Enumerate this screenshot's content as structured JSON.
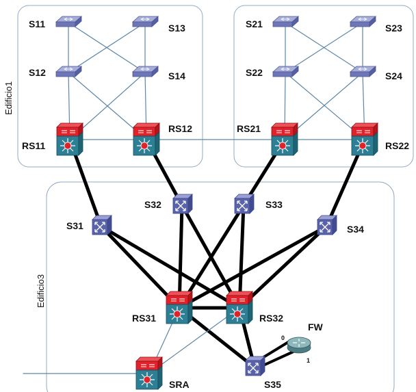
{
  "buildings": [
    {
      "id": "edificio1",
      "label": "Edificio1"
    },
    {
      "id": "edificio2",
      "label": ""
    },
    {
      "id": "edificio3",
      "label": "Edificio3"
    }
  ],
  "devices": [
    {
      "id": "S11",
      "label": "S11",
      "type": "l2-switch",
      "icon": "switch-icon"
    },
    {
      "id": "S13",
      "label": "S13",
      "type": "l2-switch",
      "icon": "switch-icon"
    },
    {
      "id": "S12",
      "label": "S12",
      "type": "l2-switch",
      "icon": "switch-icon"
    },
    {
      "id": "S14",
      "label": "S14",
      "type": "l2-switch",
      "icon": "switch-icon"
    },
    {
      "id": "S21",
      "label": "S21",
      "type": "l2-switch",
      "icon": "switch-icon"
    },
    {
      "id": "S23",
      "label": "S23",
      "type": "l2-switch",
      "icon": "switch-icon"
    },
    {
      "id": "S22",
      "label": "S22",
      "type": "l2-switch",
      "icon": "switch-icon"
    },
    {
      "id": "S24",
      "label": "S24",
      "type": "l2-switch",
      "icon": "switch-icon"
    },
    {
      "id": "RS11",
      "label": "RS11",
      "type": "l3-switch",
      "icon": "layer3-switch-icon"
    },
    {
      "id": "RS12",
      "label": "RS12",
      "type": "l3-switch",
      "icon": "layer3-switch-icon"
    },
    {
      "id": "RS21",
      "label": "RS21",
      "type": "l3-switch",
      "icon": "layer3-switch-icon"
    },
    {
      "id": "RS22",
      "label": "RS22",
      "type": "l3-switch",
      "icon": "layer3-switch-icon"
    },
    {
      "id": "S31",
      "label": "S31",
      "type": "atm-switch",
      "icon": "atm-switch-icon"
    },
    {
      "id": "S32",
      "label": "S32",
      "type": "atm-switch",
      "icon": "atm-switch-icon"
    },
    {
      "id": "S33",
      "label": "S33",
      "type": "atm-switch",
      "icon": "atm-switch-icon"
    },
    {
      "id": "S34",
      "label": "S34",
      "type": "atm-switch",
      "icon": "atm-switch-icon"
    },
    {
      "id": "RS31",
      "label": "RS31",
      "type": "l3-switch",
      "icon": "layer3-switch-icon"
    },
    {
      "id": "RS32",
      "label": "RS32",
      "type": "l3-switch",
      "icon": "layer3-switch-icon"
    },
    {
      "id": "SRA",
      "label": "SRA",
      "type": "l3-switch",
      "icon": "layer3-switch-icon"
    },
    {
      "id": "S35",
      "label": "S35",
      "type": "atm-switch",
      "icon": "atm-switch-icon"
    },
    {
      "id": "FW",
      "label": "FW",
      "type": "router",
      "icon": "router-icon"
    }
  ],
  "links": [
    {
      "from": "S11",
      "to": "S12",
      "style": "thin"
    },
    {
      "from": "S11",
      "to": "S14",
      "style": "thin"
    },
    {
      "from": "S13",
      "to": "S12",
      "style": "thin"
    },
    {
      "from": "S13",
      "to": "S14",
      "style": "thin"
    },
    {
      "from": "S12",
      "to": "RS11",
      "style": "thin"
    },
    {
      "from": "S12",
      "to": "RS12",
      "style": "thin"
    },
    {
      "from": "S14",
      "to": "RS11",
      "style": "thin"
    },
    {
      "from": "S14",
      "to": "RS12",
      "style": "thin"
    },
    {
      "from": "RS11",
      "to": "RS12",
      "style": "thin"
    },
    {
      "from": "S21",
      "to": "S22",
      "style": "thin"
    },
    {
      "from": "S21",
      "to": "S24",
      "style": "thin"
    },
    {
      "from": "S23",
      "to": "S22",
      "style": "thin"
    },
    {
      "from": "S23",
      "to": "S24",
      "style": "thin"
    },
    {
      "from": "S22",
      "to": "RS21",
      "style": "thin"
    },
    {
      "from": "S22",
      "to": "RS22",
      "style": "thin"
    },
    {
      "from": "S24",
      "to": "RS21",
      "style": "thin"
    },
    {
      "from": "S24",
      "to": "RS22",
      "style": "thin"
    },
    {
      "from": "RS21",
      "to": "RS22",
      "style": "thin"
    },
    {
      "from": "RS12",
      "to": "RS21",
      "style": "thin"
    },
    {
      "from": "RS11",
      "to": "S31",
      "style": "thick"
    },
    {
      "from": "RS12",
      "to": "S32",
      "style": "thick"
    },
    {
      "from": "RS21",
      "to": "S33",
      "style": "thick"
    },
    {
      "from": "RS22",
      "to": "S34",
      "style": "thick"
    },
    {
      "from": "S31",
      "to": "RS31",
      "style": "thick"
    },
    {
      "from": "S31",
      "to": "RS32",
      "style": "thick"
    },
    {
      "from": "S32",
      "to": "RS31",
      "style": "thick"
    },
    {
      "from": "S32",
      "to": "RS32",
      "style": "thick"
    },
    {
      "from": "S33",
      "to": "RS31",
      "style": "thick"
    },
    {
      "from": "S33",
      "to": "RS32",
      "style": "thick"
    },
    {
      "from": "S34",
      "to": "RS31",
      "style": "thick"
    },
    {
      "from": "S34",
      "to": "RS32",
      "style": "thick"
    },
    {
      "from": "RS31",
      "to": "RS32",
      "style": "thick"
    },
    {
      "from": "RS31",
      "to": "S35",
      "style": "thick"
    },
    {
      "from": "RS32",
      "to": "S35",
      "style": "thick"
    },
    {
      "from": "RS31",
      "to": "SRA",
      "style": "thin"
    },
    {
      "from": "RS32",
      "to": "SRA",
      "style": "thin"
    },
    {
      "from": "S35",
      "to": "FW",
      "style": "thick-double"
    },
    {
      "from": "SRA",
      "to": "external",
      "style": "thin"
    }
  ],
  "ports": [
    {
      "device": "FW",
      "label": "0"
    },
    {
      "device": "FW",
      "label": "1"
    }
  ],
  "colors": {
    "thin_link": "#5b86a8",
    "thick_link": "#000000",
    "building_border": "#8fa9c3",
    "l2_switch_top": "#8f97d0",
    "l3_top": "#e0232b",
    "l3_body": "#2c7f95",
    "router": "#6e9aa0"
  }
}
